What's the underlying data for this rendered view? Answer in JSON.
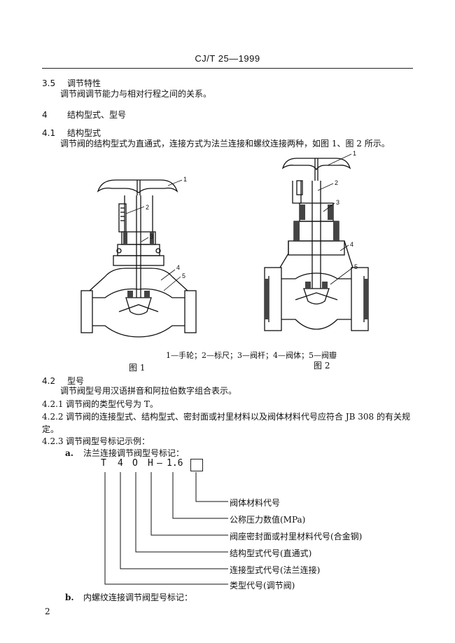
{
  "header": {
    "title": "CJ/T 25—1999"
  },
  "sections": {
    "s35": {
      "num": "3.5",
      "title": "调节特性",
      "text": "调节阀调节能力与相对行程之间的关系。"
    },
    "s4": {
      "num": "4",
      "title": "结构型式、型号"
    },
    "s41": {
      "num": "4.1",
      "title": "结构型式",
      "text": "调节阀的结构型式为直通式，连接方式为法兰连接和螺纹连接两种，如图 1、图 2 所示。"
    },
    "s42": {
      "num": "4.2",
      "title": "型号",
      "text": "调节阀型号用汉语拼音和阿拉伯数字组合表示。"
    },
    "s421": {
      "num": "4.2.1",
      "text": "调节阀的类型代号为 T。"
    },
    "s422": {
      "num": "4.2.2",
      "text_line1": "调节阀的连接型式、结构型式、密封面或衬里材料以及阀体材料代号应符合 JB 308 的有关规",
      "text_line2": "定。"
    },
    "s423": {
      "num": "4.2.3",
      "text": "调节阀型号标记示例："
    },
    "item_a": {
      "label": "a.",
      "text": "法兰连接调节阀型号标记："
    },
    "item_b": {
      "label": "b.",
      "text": "内螺纹连接调节阀型号标记："
    }
  },
  "figures": {
    "legend": "1—手轮；2—标尺；3—阀杆；4—阀体；5—阀瓣",
    "fig1_label": "图 1",
    "fig2_label": "图 2",
    "callouts": [
      "1",
      "2",
      "3",
      "4",
      "5"
    ]
  },
  "model_code": {
    "chars": [
      "T",
      "4",
      "O",
      "H",
      "—",
      "1.6"
    ],
    "legend": [
      "阀体材料代号",
      "公称压力数值(MPa)",
      "阀座密封面或衬里材料代号(合金钢)",
      "结构型式代号(直通式)",
      "连接型式代号(法兰连接)",
      "类型代号(调节阀)"
    ]
  },
  "footer": {
    "page_number": "2"
  }
}
